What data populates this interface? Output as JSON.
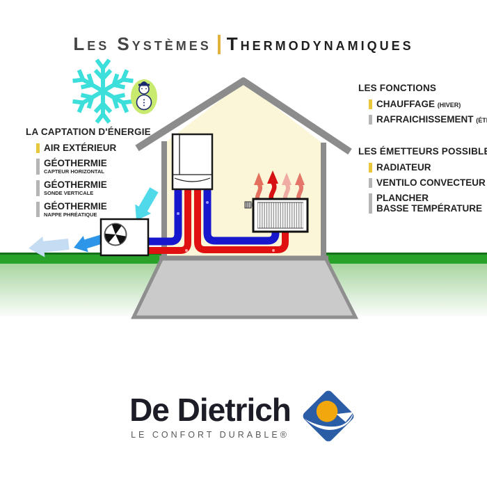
{
  "title": {
    "lead": "Les Systèmes",
    "emphasis": "Thermodynamiques"
  },
  "captation": {
    "heading": "LA CAPTATION D'ÉNERGIE",
    "items": [
      {
        "label": "AIR EXTÉRIEUR",
        "sub": "",
        "bullet": "yellow"
      },
      {
        "label": "GÉOTHERMIE",
        "sub": "CAPTEUR HORIZONTAL",
        "bullet": "gray"
      },
      {
        "label": "GÉOTHERMIE",
        "sub": "SONDE VERTICALE",
        "bullet": "gray"
      },
      {
        "label": "GÉOTHERMIE",
        "sub": "NAPPE PHRÉATIQUE",
        "bullet": "gray"
      }
    ]
  },
  "fonctions": {
    "heading": "LES FONCTIONS",
    "items": [
      {
        "label": "CHAUFFAGE",
        "note": "(HIVER)",
        "bullet": "yellow"
      },
      {
        "label": "RAFRAICHISSEMENT",
        "note": "(ÉTÉ)",
        "bullet": "gray"
      }
    ]
  },
  "emetteurs": {
    "heading": "LES ÉMETTEURS POSSIBLES",
    "items": [
      {
        "label": "RADIATEUR",
        "bullet": "yellow"
      },
      {
        "label": "VENTILO CONVECTEUR",
        "bullet": "gray"
      },
      {
        "label": "PLANCHER",
        "label2": "BASSE TEMPÉRATURE",
        "bullet": "gray"
      }
    ]
  },
  "logo": {
    "brand": "De Dietrich",
    "tagline": "LE CONFORT DURABLE®"
  },
  "icons": {
    "snowflake-icon": "cold outside air",
    "snowman-icon": "winter badge",
    "fan-icon": "heat pump fan",
    "heat-waves-icon": "radiator heat output",
    "airflow-arrows-icon": "air drawn through heat pump",
    "logo-diamond-icon": "De Dietrich brand mark"
  },
  "colors": {
    "accent_gold": "#DFB23C",
    "bullet_yellow": "#E9C73C",
    "bullet_gray": "#B5B5B5",
    "pipe_hot": "#E01111",
    "pipe_cold": "#1717CE",
    "house_wall": "#FBF6D8",
    "house_structure": "#8C8C8C",
    "grass": "#28A228",
    "snowflake": "#3DDFDB",
    "heat_wave_red": "#D61212",
    "arrow_blue": "#2E96E8",
    "arrow_cyan": "#4FD9E9",
    "logo_blue": "#2B5CA6",
    "logo_gold": "#F2A70C",
    "text_dark": "#222222"
  }
}
